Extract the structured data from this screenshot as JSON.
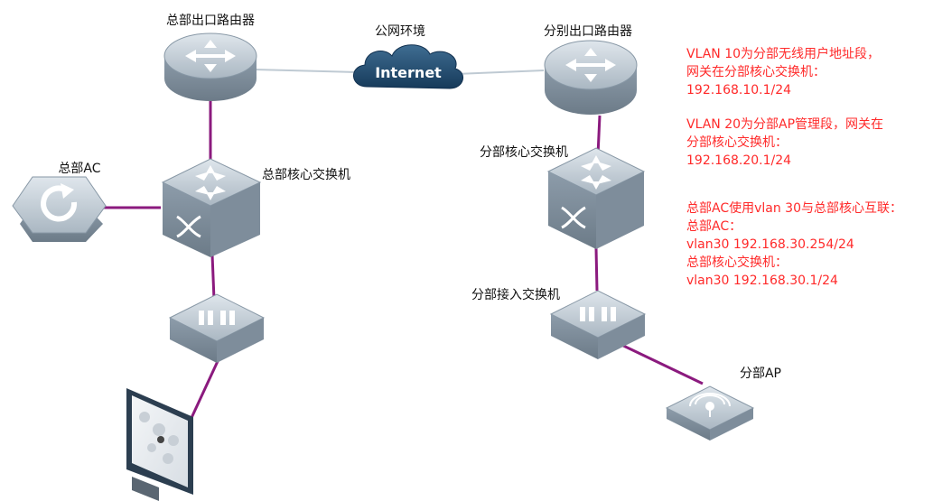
{
  "colors": {
    "trunk_link": "#8b1a7e",
    "wan_link": "#bfcad3",
    "device_body": "#9aa9b6",
    "note_text": "#ff2a2a"
  },
  "labels": {
    "hq_router": "总部出口路由器",
    "public_network": "公网环境",
    "cloud_text": "Internet",
    "branch_router": "分别出口路由器",
    "hq_ac": "总部AC",
    "hq_core_switch": "总部核心交换机",
    "branch_core_switch": "分部核心交换机",
    "branch_access_switch": "分部接入交换机",
    "branch_ap": "分部AP"
  },
  "notes": {
    "vlan10": [
      "VLAN 10为分部无线用户地址段，",
      "网关在分部核心交换机：",
      "192.168.10.1/24"
    ],
    "vlan20": [
      "VLAN 20为分部AP管理段，网关在",
      "分部核心交换机：",
      "192.168.20.1/24"
    ],
    "vlan30": [
      "总部AC使用vlan 30与总部核心互联：",
      "总部AC：",
      "vlan30 192.168.30.254/24",
      "总部核心交换机：",
      "vlan30 192.168.30.1/24"
    ]
  }
}
